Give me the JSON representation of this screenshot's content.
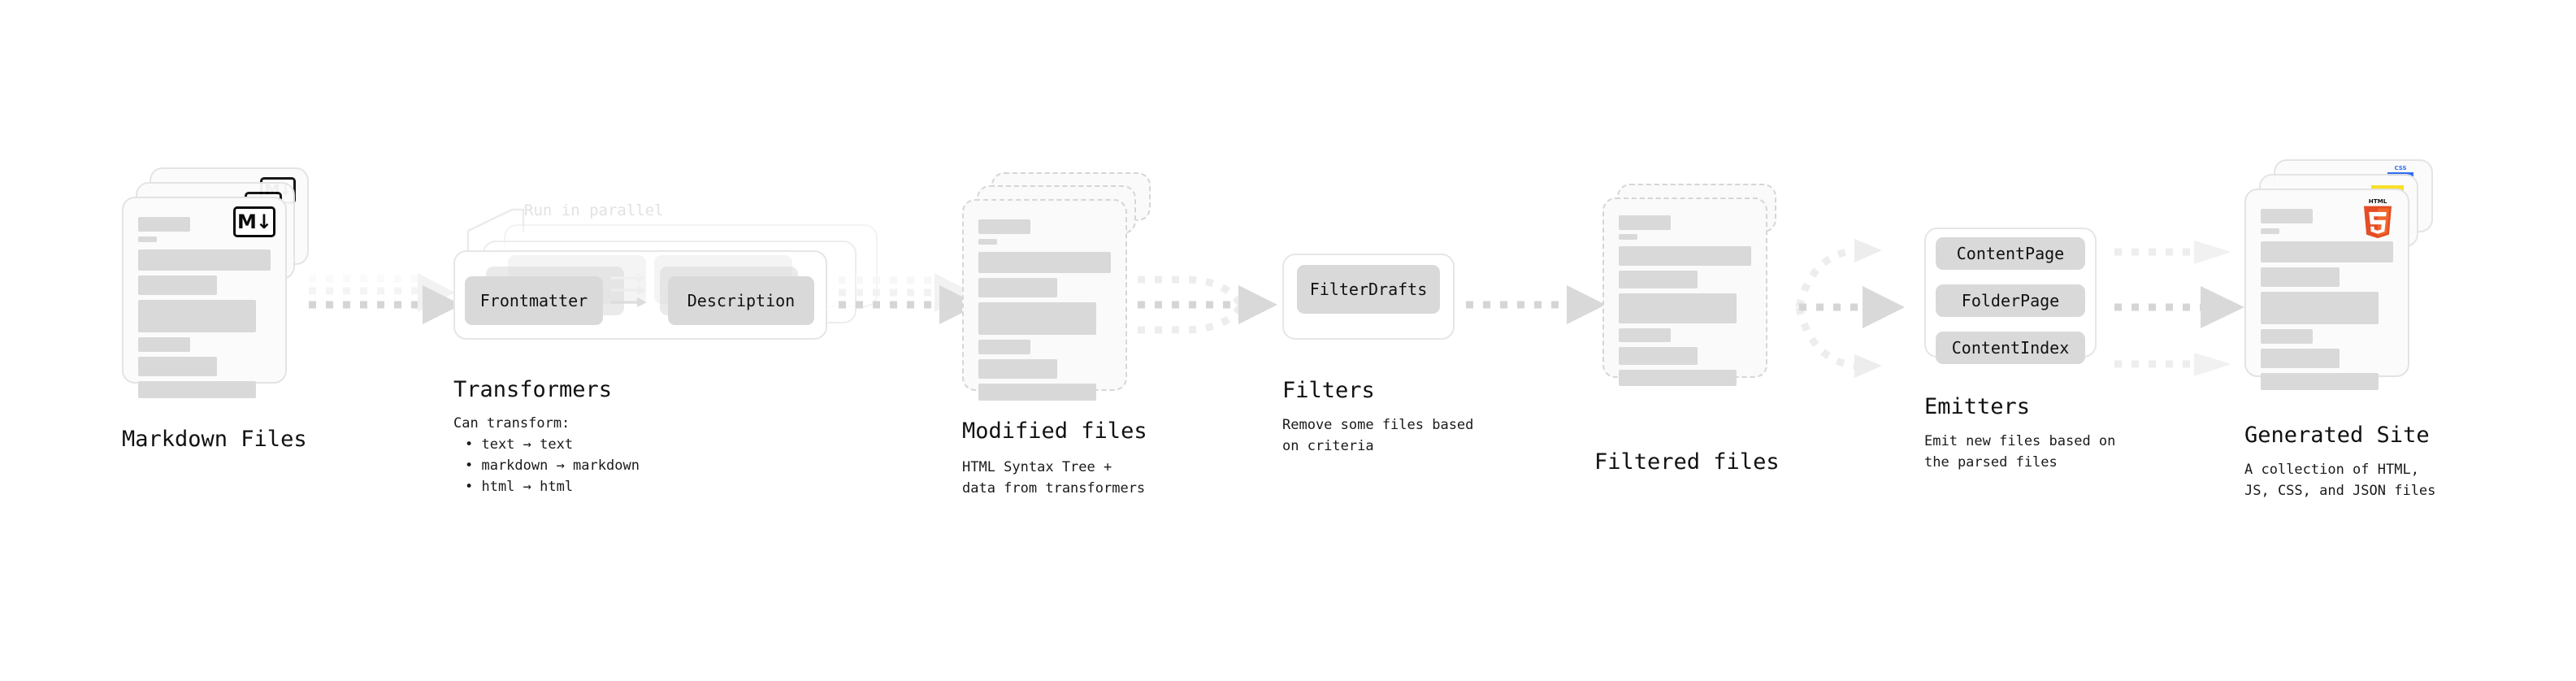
{
  "diagram": {
    "title_font_size": 27,
    "accent_colors": {
      "skeleton": "#d9d9d9",
      "card_border": "#e3e3e3",
      "dashed_border": "#d6d6d6",
      "arrow": "#d5d5d5",
      "arrow_faded": "#efefef",
      "chip": "#d9d9d9",
      "html5_orange": "#e44d26",
      "html5_orange_light": "#f16529",
      "css_blue": "#2965f1",
      "js_yellow": "#f7df1e",
      "ghost_text": "#e2e2e2"
    }
  },
  "stages": {
    "markdown_files": {
      "title": "Markdown Files",
      "subtitle": "",
      "badge_label": "M↓",
      "badge_icon_name": "markdown-icon"
    },
    "transformers": {
      "title": "Transformers",
      "parallel_label": "Run in parallel",
      "subtitle_heading": "Can transform:",
      "bullets": [
        "• text → text",
        "• markdown → markdown",
        "• html → html"
      ],
      "chips": [
        {
          "label": "Frontmatter"
        },
        {
          "label": "Description"
        }
      ]
    },
    "modified_files": {
      "title": "Modified files",
      "subtitle": "HTML Syntax Tree +\ndata from transformers"
    },
    "filters": {
      "title": "Filters",
      "subtitle": "Remove some files based\non criteria",
      "chips": [
        {
          "label": "FilterDrafts"
        }
      ]
    },
    "filtered_files": {
      "title": "Filtered files",
      "subtitle": ""
    },
    "emitters": {
      "title": "Emitters",
      "subtitle": "Emit new files based on\nthe parsed files",
      "chips": [
        {
          "label": "ContentPage"
        },
        {
          "label": "FolderPage"
        },
        {
          "label": "ContentIndex"
        }
      ]
    },
    "generated_site": {
      "title": "Generated Site",
      "subtitle": "A collection of HTML,\nJS, CSS, and JSON files",
      "badges": [
        {
          "name": "html5-icon",
          "label": "HTML"
        },
        {
          "name": "css3-icon",
          "label": "CSS"
        },
        {
          "name": "javascript-icon",
          "label": "JS"
        }
      ]
    }
  }
}
